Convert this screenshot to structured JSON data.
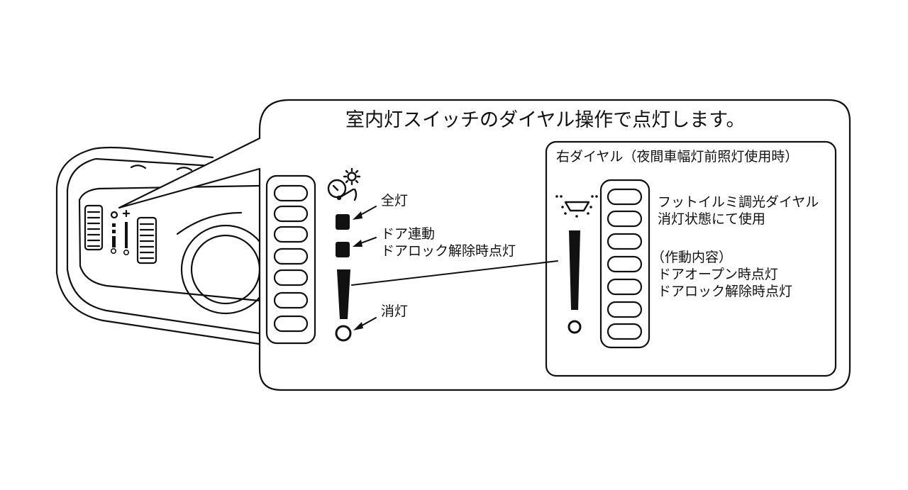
{
  "callout": {
    "title": "室内灯スイッチのダイヤル操作で点灯します。"
  },
  "left_dial": {
    "icon": "dome-light-door-icon",
    "positions": [
      {
        "mark": "square-marker",
        "label": "全灯"
      },
      {
        "mark": "square-marker",
        "label_lines": [
          "ドア連動",
          "ドアロック解除時点灯"
        ]
      },
      {
        "mark": "bar-marker",
        "label": ""
      },
      {
        "mark": "circle-marker",
        "label": "消灯"
      }
    ]
  },
  "right_dial": {
    "title": "右ダイヤル（夜間車幅灯前照灯使用時）",
    "icon": "foot-light-icon",
    "desc_lines": [
      "フットイルミ調光ダイヤル",
      "消灯状態にて使用"
    ],
    "operation_lines": [
      "（作動内容）",
      "ドアオープン時点灯",
      "ドアロック解除時点灯"
    ]
  }
}
